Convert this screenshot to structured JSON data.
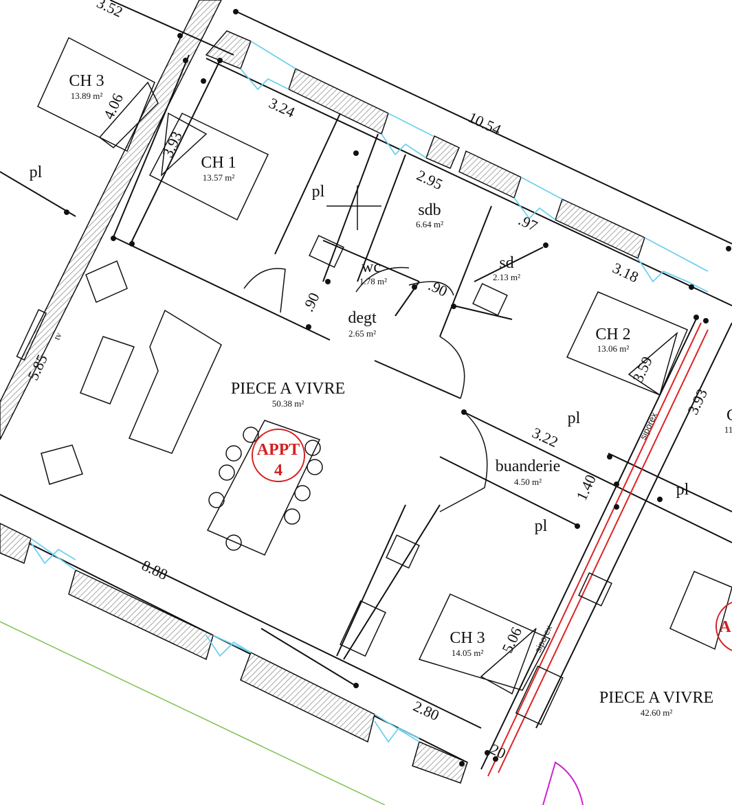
{
  "rooms": {
    "ch3_top": {
      "name": "CH 3",
      "area": "13.89 m²"
    },
    "ch1": {
      "name": "CH 1",
      "area": "13.57 m²"
    },
    "sdb": {
      "name": "sdb",
      "area": "6.64 m²"
    },
    "wc": {
      "name": "wc",
      "area": "1.78 m²"
    },
    "sd": {
      "name": "sd",
      "area": "2.13 m²"
    },
    "degt": {
      "name": "degt",
      "area": "2.65 m²"
    },
    "ch2": {
      "name": "CH 2",
      "area": "13.06 m²"
    },
    "piece_a_vivre": {
      "name": "PIECE A VIVRE",
      "area": "50.38 m²"
    },
    "buanderie": {
      "name": "buanderie",
      "area": "4.50 m²"
    },
    "ch3_bottom": {
      "name": "CH 3",
      "area": "14.05 m²"
    },
    "piece_a_vivre_2": {
      "name": "PIECE A VIVRE",
      "area": "42.60 m²"
    },
    "partial_right": {
      "name": "C",
      "area": "11"
    }
  },
  "closets": [
    "pl",
    "pl",
    "pl",
    "pl",
    "pl"
  ],
  "tv_label": "tv",
  "apartment": {
    "label_line1": "APPT",
    "label_line2": "4",
    "partial_next": "A",
    "color": "#d42020"
  },
  "partition_material": [
    "siporex",
    "siporex"
  ],
  "dimensions": [
    "3.52",
    "3.24",
    "10.54",
    "4.06",
    "3.93",
    "2.95",
    ".97",
    "3.18",
    ".90",
    ".90",
    "5.85",
    "3.59",
    "3.93",
    "3.22",
    "1.40",
    "8.88",
    "5.06",
    "2.80",
    ".20"
  ],
  "colors": {
    "window": "#6cd0ee",
    "siporex_wall": "#d42020",
    "door_magenta": "#cc22cc",
    "site_line": "#7cc050"
  }
}
